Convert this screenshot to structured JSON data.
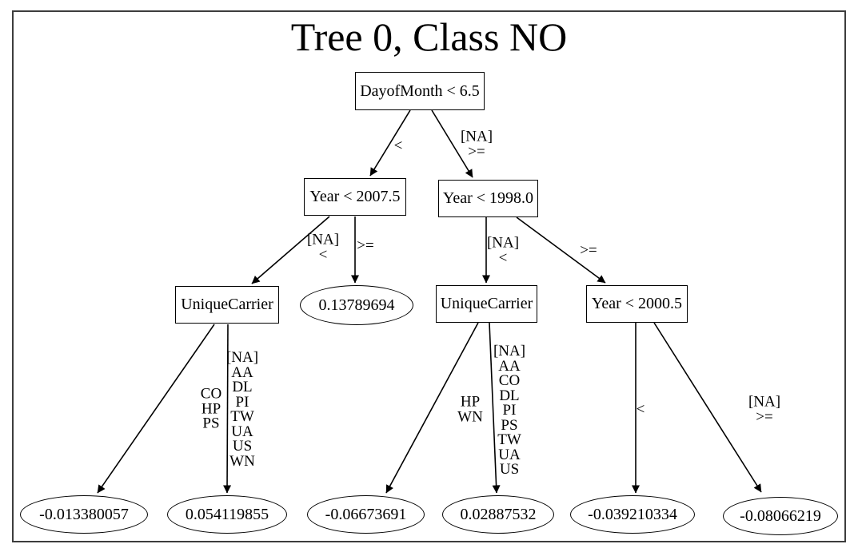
{
  "title": "Tree 0, Class NO",
  "nodes": {
    "root": "DayofMonth < 6.5",
    "split_year_2007": "Year < 2007.5",
    "split_year_1998": "Year < 1998.0",
    "split_carrier_left": "UniqueCarrier",
    "leaf_year2007_ge": "0.13789694",
    "split_carrier_right": "UniqueCarrier",
    "split_year_2000": "Year < 2000.5",
    "leaf_carrier_left_1": "-0.013380057",
    "leaf_carrier_left_2": "0.054119855",
    "leaf_carrier_right_1": "-0.06673691",
    "leaf_carrier_right_2": "0.02887532",
    "leaf_year2000_lt": "-0.039210334",
    "leaf_year2000_ge": "-0.08066219"
  },
  "edge_labels": {
    "root_left": "<",
    "root_right": "[NA]\n>=",
    "y2007_left": "[NA]\n<",
    "y2007_right": ">=",
    "y1998_left": "[NA]\n<",
    "y1998_right": ">=",
    "uc_left_left": "CO\nHP\nPS",
    "uc_left_right": "[NA]\nAA\nDL\nPI\nTW\nUA\nUS\nWN",
    "uc_right_left": "HP\nWN",
    "uc_right_right": "[NA]\nAA\nCO\nDL\nPI\nPS\nTW\nUA\nUS",
    "y2000_left": "<",
    "y2000_right": "[NA]\n>="
  }
}
